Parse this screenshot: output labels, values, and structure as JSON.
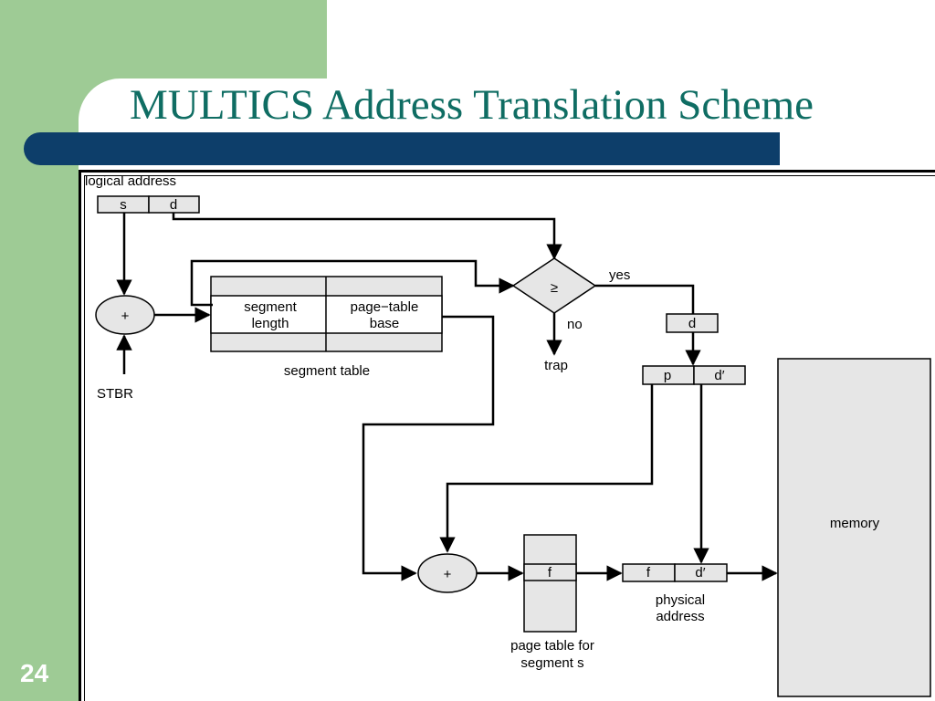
{
  "slide": {
    "title": "MULTICS Address Translation Scheme",
    "number": "24"
  },
  "diagram": {
    "logical_address_label": "logical address",
    "logical_fields": [
      "s",
      "d"
    ],
    "adder_symbol": "+",
    "stbr_label": "STBR",
    "segment_table": {
      "col1_line1": "segment",
      "col1_line2": "length",
      "col2_line1": "page−table",
      "col2_line2": "base",
      "caption": "segment table"
    },
    "compare_symbol": "≥",
    "yes_label": "yes",
    "no_label": "no",
    "trap_label": "trap",
    "offset_d": "d",
    "split_fields": [
      "p",
      "d′"
    ],
    "page_table": {
      "entry": "f",
      "caption_line1": "page table for",
      "caption_line2": "segment s"
    },
    "physical_fields": [
      "f",
      "d′"
    ],
    "physical_label_line1": "physical",
    "physical_label_line2": "address",
    "memory_label": "memory"
  }
}
